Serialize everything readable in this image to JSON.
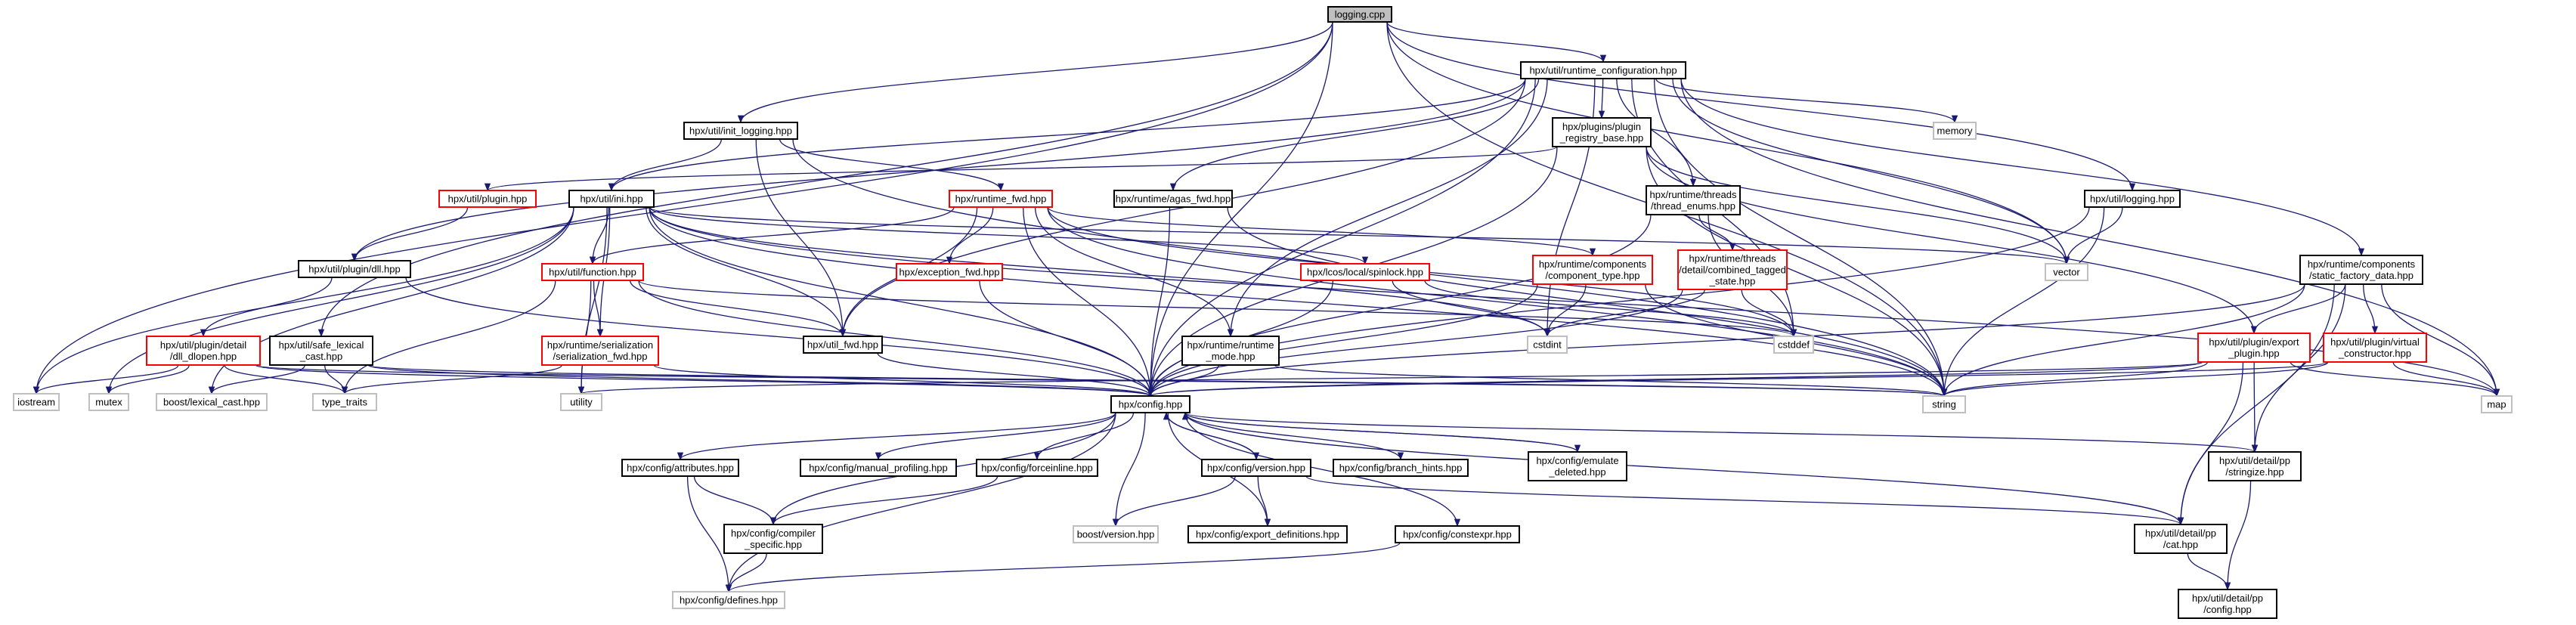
{
  "nodes": {
    "logging_cpp": {
      "lines": [
        "logging.cpp"
      ],
      "style": "gray"
    },
    "runtime_configuration": {
      "lines": [
        "hpx/util/runtime_configuration.hpp"
      ],
      "style": "black"
    },
    "init_logging": {
      "lines": [
        "hpx/util/init_logging.hpp"
      ],
      "style": "black"
    },
    "plugin_registry_base": {
      "lines": [
        "hpx/plugins/plugin",
        "_registry_base.hpp"
      ],
      "style": "black"
    },
    "memory": {
      "lines": [
        "memory"
      ],
      "style": "light"
    },
    "util_plugin": {
      "lines": [
        "hpx/util/plugin.hpp"
      ],
      "style": "red"
    },
    "util_ini": {
      "lines": [
        "hpx/util/ini.hpp"
      ],
      "style": "black"
    },
    "runtime_fwd": {
      "lines": [
        "hpx/runtime_fwd.hpp"
      ],
      "style": "red"
    },
    "agas_fwd": {
      "lines": [
        "hpx/runtime/agas_fwd.hpp"
      ],
      "style": "black"
    },
    "thread_enums": {
      "lines": [
        "hpx/runtime/threads",
        "/thread_enums.hpp"
      ],
      "style": "black"
    },
    "util_logging": {
      "lines": [
        "hpx/util/logging.hpp"
      ],
      "style": "black"
    },
    "dll_hpp": {
      "lines": [
        "hpx/util/plugin/dll.hpp"
      ],
      "style": "black"
    },
    "exception_fwd": {
      "lines": [
        "hpx/exception_fwd.hpp"
      ],
      "style": "red"
    },
    "util_function": {
      "lines": [
        "hpx/util/function.hpp"
      ],
      "style": "red"
    },
    "spinlock": {
      "lines": [
        "hpx/lcos/local/spinlock.hpp"
      ],
      "style": "red"
    },
    "component_type": {
      "lines": [
        "hpx/runtime/components",
        "/component_type.hpp"
      ],
      "style": "red"
    },
    "combined_tagged": {
      "lines": [
        "hpx/runtime/threads",
        "/detail/combined_tagged",
        "_state.hpp"
      ],
      "style": "red"
    },
    "vector": {
      "lines": [
        "vector"
      ],
      "style": "light"
    },
    "static_factory_data": {
      "lines": [
        "hpx/runtime/components",
        "/static_factory_data.hpp"
      ],
      "style": "black"
    },
    "dll_dlopen": {
      "lines": [
        "hpx/util/plugin/detail",
        "/dll_dlopen.hpp"
      ],
      "style": "red"
    },
    "safe_lexical_cast": {
      "lines": [
        "hpx/util/safe_lexical",
        "_cast.hpp"
      ],
      "style": "black"
    },
    "serialization_fwd": {
      "lines": [
        "hpx/runtime/serialization",
        "/serialization_fwd.hpp"
      ],
      "style": "red"
    },
    "util_fwd": {
      "lines": [
        "hpx/util_fwd.hpp"
      ],
      "style": "black"
    },
    "runtime_mode": {
      "lines": [
        "hpx/runtime/runtime",
        "_mode.hpp"
      ],
      "style": "black"
    },
    "cstdint": {
      "lines": [
        "cstdint"
      ],
      "style": "light"
    },
    "cstddef": {
      "lines": [
        "cstddef"
      ],
      "style": "light"
    },
    "export_plugin": {
      "lines": [
        "hpx/util/plugin/export",
        "_plugin.hpp"
      ],
      "style": "red"
    },
    "virtual_constructor": {
      "lines": [
        "hpx/util/plugin/virtual",
        "_constructor.hpp"
      ],
      "style": "red"
    },
    "iostream": {
      "lines": [
        "iostream"
      ],
      "style": "light"
    },
    "mutex": {
      "lines": [
        "mutex"
      ],
      "style": "light"
    },
    "boost_lexical_cast": {
      "lines": [
        "boost/lexical_cast.hpp"
      ],
      "style": "light"
    },
    "type_traits": {
      "lines": [
        "type_traits"
      ],
      "style": "light"
    },
    "utility": {
      "lines": [
        "utility"
      ],
      "style": "light"
    },
    "config_hpp": {
      "lines": [
        "hpx/config.hpp"
      ],
      "style": "black"
    },
    "string": {
      "lines": [
        "string"
      ],
      "style": "light"
    },
    "map": {
      "lines": [
        "map"
      ],
      "style": "light"
    },
    "attributes": {
      "lines": [
        "hpx/config/attributes.hpp"
      ],
      "style": "black"
    },
    "manual_profiling": {
      "lines": [
        "hpx/config/manual_profiling.hpp"
      ],
      "style": "black"
    },
    "forceinline": {
      "lines": [
        "hpx/config/forceinline.hpp"
      ],
      "style": "black"
    },
    "config_version": {
      "lines": [
        "hpx/config/version.hpp"
      ],
      "style": "black"
    },
    "branch_hints": {
      "lines": [
        "hpx/config/branch_hints.hpp"
      ],
      "style": "black"
    },
    "emulate_deleted": {
      "lines": [
        "hpx/config/emulate",
        "_deleted.hpp"
      ],
      "style": "black"
    },
    "stringize": {
      "lines": [
        "hpx/util/detail/pp",
        "/stringize.hpp"
      ],
      "style": "black"
    },
    "compiler_specific": {
      "lines": [
        "hpx/config/compiler",
        "_specific.hpp"
      ],
      "style": "black"
    },
    "boost_version": {
      "lines": [
        "boost/version.hpp"
      ],
      "style": "light"
    },
    "export_definitions": {
      "lines": [
        "hpx/config/export_definitions.hpp"
      ],
      "style": "black"
    },
    "constexpr": {
      "lines": [
        "hpx/config/constexpr.hpp"
      ],
      "style": "black"
    },
    "cat_hpp": {
      "lines": [
        "hpx/util/detail/pp",
        "/cat.hpp"
      ],
      "style": "black"
    },
    "config_defines": {
      "lines": [
        "hpx/config/defines.hpp"
      ],
      "style": "light"
    },
    "pp_config": {
      "lines": [
        "hpx/util/detail/pp",
        "/config.hpp"
      ],
      "style": "black"
    }
  },
  "edges": [
    [
      "logging_cpp",
      "runtime_configuration"
    ],
    [
      "logging_cpp",
      "init_logging"
    ],
    [
      "logging_cpp",
      "util_logging"
    ],
    [
      "logging_cpp",
      "vector"
    ],
    [
      "logging_cpp",
      "iostream"
    ],
    [
      "logging_cpp",
      "safe_lexical_cast"
    ],
    [
      "logging_cpp",
      "config_hpp"
    ],
    [
      "logging_cpp",
      "string"
    ],
    [
      "runtime_configuration",
      "util_ini"
    ],
    [
      "runtime_configuration",
      "plugin_registry_base"
    ],
    [
      "runtime_configuration",
      "memory"
    ],
    [
      "runtime_configuration",
      "agas_fwd"
    ],
    [
      "runtime_configuration",
      "thread_enums"
    ],
    [
      "runtime_configuration",
      "static_factory_data"
    ],
    [
      "runtime_configuration",
      "dll_hpp"
    ],
    [
      "runtime_configuration",
      "util_fwd"
    ],
    [
      "runtime_configuration",
      "runtime_mode"
    ],
    [
      "runtime_configuration",
      "cstdint"
    ],
    [
      "runtime_configuration",
      "cstddef"
    ],
    [
      "runtime_configuration",
      "vector"
    ],
    [
      "runtime_configuration",
      "map"
    ],
    [
      "runtime_configuration",
      "string"
    ],
    [
      "runtime_configuration",
      "config_hpp"
    ],
    [
      "init_logging",
      "util_ini"
    ],
    [
      "init_logging",
      "runtime_fwd"
    ],
    [
      "init_logging",
      "util_fwd"
    ],
    [
      "init_logging",
      "string"
    ],
    [
      "plugin_registry_base",
      "util_plugin"
    ],
    [
      "plugin_registry_base",
      "export_plugin"
    ],
    [
      "plugin_registry_base",
      "config_hpp"
    ],
    [
      "plugin_registry_base",
      "vector"
    ],
    [
      "plugin_registry_base",
      "string"
    ],
    [
      "util_plugin",
      "dll_hpp"
    ],
    [
      "util_ini",
      "util_function"
    ],
    [
      "util_ini",
      "spinlock"
    ],
    [
      "util_ini",
      "iostream"
    ],
    [
      "util_ini",
      "mutex"
    ],
    [
      "util_ini",
      "boost_lexical_cast"
    ],
    [
      "util_ini",
      "map"
    ],
    [
      "util_ini",
      "vector"
    ],
    [
      "util_ini",
      "string"
    ],
    [
      "util_ini",
      "utility"
    ],
    [
      "util_ini",
      "util_fwd"
    ],
    [
      "util_ini",
      "serialization_fwd"
    ],
    [
      "util_ini",
      "config_hpp"
    ],
    [
      "util_ini",
      "cstdint"
    ],
    [
      "runtime_fwd",
      "exception_fwd"
    ],
    [
      "runtime_fwd",
      "util_function"
    ],
    [
      "runtime_fwd",
      "component_type"
    ],
    [
      "runtime_fwd",
      "runtime_mode"
    ],
    [
      "runtime_fwd",
      "config_hpp"
    ],
    [
      "runtime_fwd",
      "util_fwd"
    ],
    [
      "runtime_fwd",
      "cstddef"
    ],
    [
      "runtime_fwd",
      "string"
    ],
    [
      "agas_fwd",
      "config_hpp"
    ],
    [
      "agas_fwd",
      "string"
    ],
    [
      "thread_enums",
      "combined_tagged"
    ],
    [
      "thread_enums",
      "cstddef"
    ],
    [
      "thread_enums",
      "config_hpp"
    ],
    [
      "util_logging",
      "vector"
    ],
    [
      "util_logging",
      "string"
    ],
    [
      "util_logging",
      "config_hpp"
    ],
    [
      "dll_hpp",
      "dll_dlopen"
    ],
    [
      "dll_hpp",
      "config_hpp"
    ],
    [
      "exception_fwd",
      "config_hpp"
    ],
    [
      "util_function",
      "serialization_fwd"
    ],
    [
      "util_function",
      "util_fwd"
    ],
    [
      "util_function",
      "config_hpp"
    ],
    [
      "util_function",
      "type_traits"
    ],
    [
      "util_function",
      "utility"
    ],
    [
      "util_function",
      "cstddef"
    ],
    [
      "spinlock",
      "config_hpp"
    ],
    [
      "spinlock",
      "cstdint"
    ],
    [
      "spinlock",
      "cstddef"
    ],
    [
      "component_type",
      "cstdint"
    ],
    [
      "component_type",
      "string"
    ],
    [
      "component_type",
      "config_hpp"
    ],
    [
      "combined_tagged",
      "cstdint"
    ],
    [
      "combined_tagged",
      "cstddef"
    ],
    [
      "combined_tagged",
      "config_hpp"
    ],
    [
      "static_factory_data",
      "export_plugin"
    ],
    [
      "static_factory_data",
      "virtual_constructor"
    ],
    [
      "static_factory_data",
      "map"
    ],
    [
      "static_factory_data",
      "string"
    ],
    [
      "static_factory_data",
      "config_hpp"
    ],
    [
      "static_factory_data",
      "stringize"
    ],
    [
      "static_factory_data",
      "cat_hpp"
    ],
    [
      "dll_dlopen",
      "iostream"
    ],
    [
      "dll_dlopen",
      "mutex"
    ],
    [
      "dll_dlopen",
      "string"
    ],
    [
      "dll_dlopen",
      "type_traits"
    ],
    [
      "dll_dlopen",
      "config_hpp"
    ],
    [
      "safe_lexical_cast",
      "boost_lexical_cast"
    ],
    [
      "safe_lexical_cast",
      "type_traits"
    ],
    [
      "safe_lexical_cast",
      "string"
    ],
    [
      "safe_lexical_cast",
      "config_hpp"
    ],
    [
      "serialization_fwd",
      "config_hpp"
    ],
    [
      "serialization_fwd",
      "type_traits"
    ],
    [
      "util_fwd",
      "config_hpp"
    ],
    [
      "runtime_mode",
      "config_hpp"
    ],
    [
      "runtime_mode",
      "string"
    ],
    [
      "export_plugin",
      "config_hpp"
    ],
    [
      "export_plugin",
      "stringize"
    ],
    [
      "export_plugin",
      "cat_hpp"
    ],
    [
      "export_plugin",
      "map"
    ],
    [
      "export_plugin",
      "string"
    ],
    [
      "export_plugin",
      "utility"
    ],
    [
      "virtual_constructor",
      "map"
    ],
    [
      "virtual_constructor",
      "string"
    ],
    [
      "virtual_constructor",
      "config_hpp"
    ],
    [
      "config_hpp",
      "attributes"
    ],
    [
      "config_hpp",
      "manual_profiling"
    ],
    [
      "config_hpp",
      "forceinline"
    ],
    [
      "config_hpp",
      "config_version"
    ],
    [
      "config_hpp",
      "branch_hints"
    ],
    [
      "config_hpp",
      "emulate_deleted"
    ],
    [
      "config_hpp",
      "stringize"
    ],
    [
      "config_hpp",
      "compiler_specific"
    ],
    [
      "config_hpp",
      "boost_version"
    ],
    [
      "config_hpp",
      "export_definitions"
    ],
    [
      "config_hpp",
      "constexpr"
    ],
    [
      "config_hpp",
      "cat_hpp"
    ],
    [
      "config_hpp",
      "config_defines"
    ],
    [
      "attributes",
      "compiler_specific"
    ],
    [
      "attributes",
      "config_defines"
    ],
    [
      "forceinline",
      "compiler_specific"
    ],
    [
      "config_version",
      "config_hpp"
    ],
    [
      "config_version",
      "boost_version"
    ],
    [
      "config_version",
      "export_definitions"
    ],
    [
      "config_version",
      "cat_hpp"
    ],
    [
      "emulate_deleted",
      "config_hpp"
    ],
    [
      "stringize",
      "pp_config"
    ],
    [
      "compiler_specific",
      "config_defines"
    ],
    [
      "constexpr",
      "config_defines"
    ],
    [
      "cat_hpp",
      "pp_config"
    ]
  ]
}
